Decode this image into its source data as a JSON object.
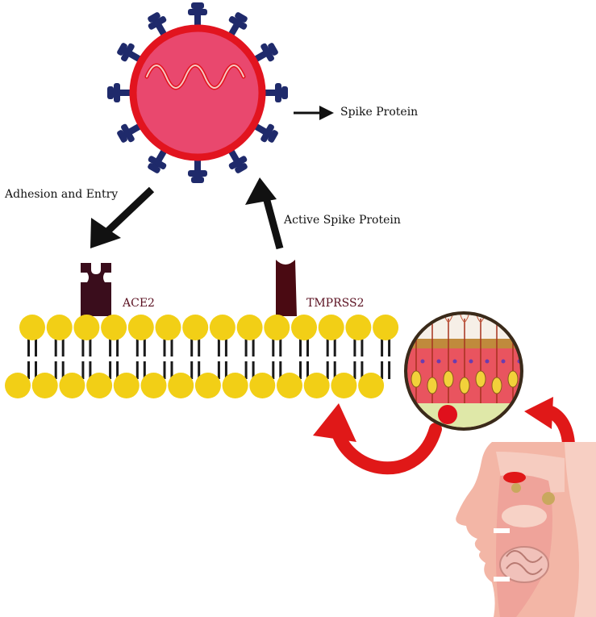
{
  "labels": {
    "spike_protein": "Spike Protein",
    "adhesion_entry": "Adhesion and Entry",
    "active_spike": "Active Spike Protein",
    "ace2": "ACE2",
    "tmprss2": "TMPRSS2"
  },
  "colors": {
    "virus_fill": "#e9486e",
    "virus_rim": "#e2141f",
    "rna": "#f6c9c4",
    "spike": "#1f2a6b",
    "ace2": "#3a0d1c",
    "tmprss2": "#4a0a12",
    "lipid_head": "#f2cf16",
    "lipid_tail": "#1a1a1a",
    "arrow": "#111111",
    "red_arrow": "#e01818",
    "skin": "#f3b6a6"
  },
  "icons": [
    "virus-icon",
    "spike-protein-icon",
    "lipid-bilayer-icon",
    "ace2-receptor-icon",
    "tmprss2-receptor-icon",
    "olfactory-epithelium-icon",
    "head-profile-icon"
  ]
}
